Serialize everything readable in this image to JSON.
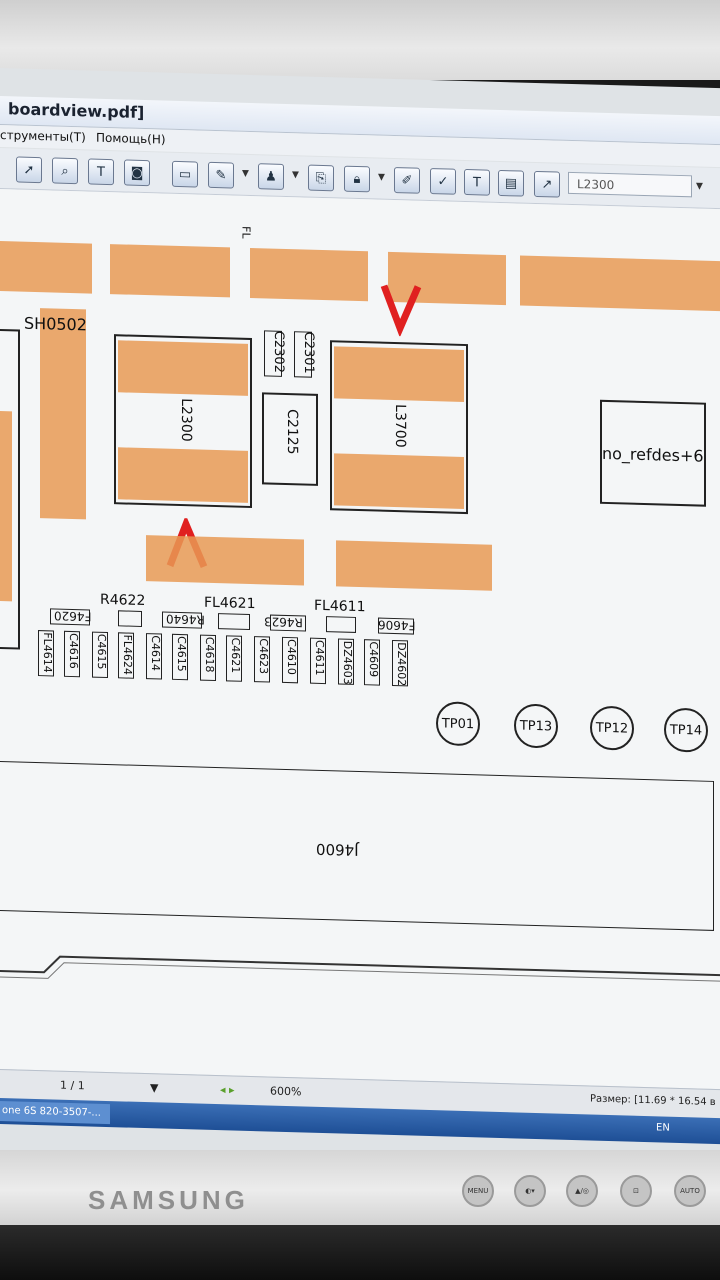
{
  "window": {
    "title": "boardview.pdf]"
  },
  "menu": {
    "tools": "струменты(Т)",
    "help": "Помощь(Н)"
  },
  "toolbar": {
    "zoom_value": "L2300"
  },
  "board": {
    "labels": {
      "sh0502": "SH0502",
      "l2300": "L2300",
      "c2125": "C2125",
      "l3700": "L3700",
      "refdes": "no_refdes+6",
      "r4622": "R4622",
      "fl4621": "FL4621",
      "fl4611": "FL4611",
      "j4600": "J4600",
      "c2302": "C2302",
      "c2301": "C2301",
      "f4620": "F4620",
      "r4640": "R4640",
      "r4623": "R4623",
      "f4606": "F4606",
      "fl_top": "FL"
    },
    "vertical_parts": [
      "FL4614",
      "C4616",
      "C4615",
      "FL4624",
      "C4614",
      "C4615",
      "C4618",
      "C4621",
      "C4623",
      "C4610",
      "C4611",
      "DZ4603",
      "C4609",
      "DZ4602"
    ],
    "test_points": [
      "TP01",
      "TP13",
      "TP12",
      "TP14"
    ]
  },
  "status": {
    "page": "1 / 1",
    "zoom": "600%",
    "size": "Размер: [11.69 * 16.54 в"
  },
  "taskbar": {
    "item": "one 6S 820-3507-...",
    "lang": "EN"
  },
  "monitor": {
    "brand": "SAMSUNG",
    "buttons": [
      "MENU",
      "",
      "",
      "",
      "AUTO"
    ]
  },
  "colors": {
    "pad": "#e89a55",
    "marker": "#e02020"
  }
}
